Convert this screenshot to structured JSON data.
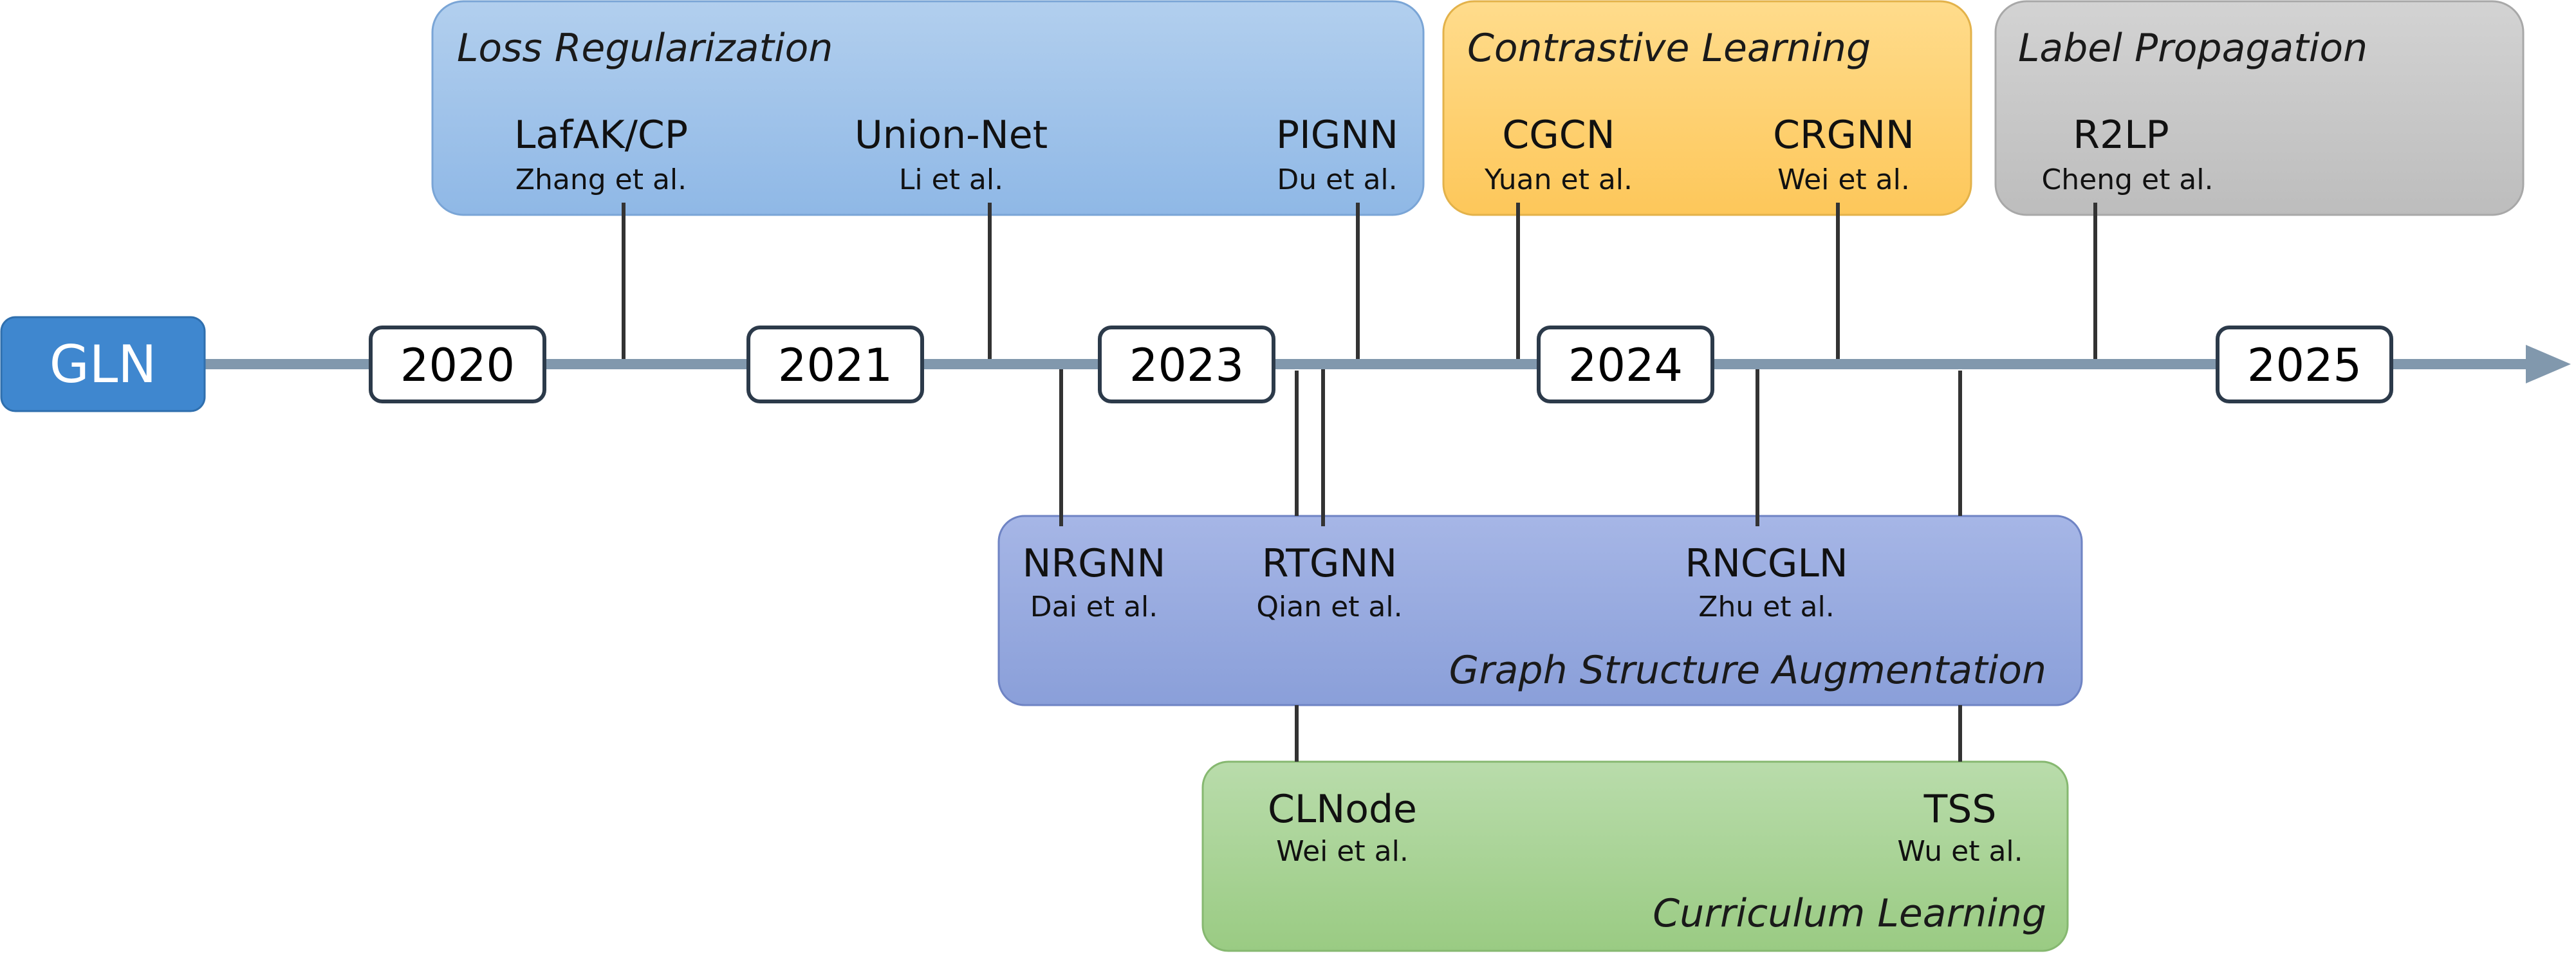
{
  "root": {
    "label": "GLN",
    "color": "#3f87cf"
  },
  "years": [
    "2020",
    "2021",
    "2023",
    "2024",
    "2025"
  ],
  "categories": [
    {
      "title": "Loss Regularization",
      "methods": [
        {
          "name": "LafAK/CP",
          "authors": "Zhang et al."
        },
        {
          "name": "Union-Net",
          "authors": "Li et al."
        },
        {
          "name": "PIGNN",
          "authors": "Du et al."
        }
      ]
    },
    {
      "title": "Contrastive Learning",
      "methods": [
        {
          "name": "CGCN",
          "authors": "Yuan et al."
        },
        {
          "name": "CRGNN",
          "authors": "Wei et al."
        }
      ]
    },
    {
      "title": "Label Propagation",
      "methods": [
        {
          "name": "R2LP",
          "authors": "Cheng et al."
        }
      ]
    },
    {
      "title": "Graph Structure Augmentation",
      "methods": [
        {
          "name": "NRGNN",
          "authors": "Dai et al."
        },
        {
          "name": "RTGNN",
          "authors": "Qian et al."
        },
        {
          "name": "RNCGLN",
          "authors": "Zhu et al."
        }
      ]
    },
    {
      "title": "Curriculum Learning",
      "methods": [
        {
          "name": "CLNode",
          "authors": "Wei et al."
        },
        {
          "name": "TSS",
          "authors": "Wu et al."
        }
      ]
    }
  ],
  "colors": {
    "axis": "#8198ad",
    "connector": "#333333",
    "year_border": "#2c3a4a",
    "loss_regularization": "#a9c8ea",
    "contrastive_learning": "#fed27a",
    "label_propagation": "#c8c8c8",
    "graph_structure_augmentation": "#98a8dc",
    "curriculum_learning": "#add39c"
  }
}
